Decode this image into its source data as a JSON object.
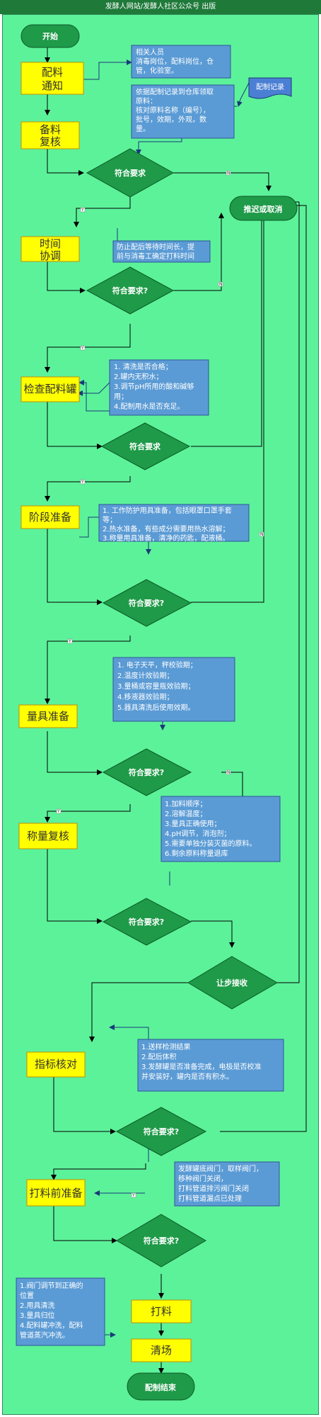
{
  "header": "发酵人网站/发酵人社区公众号 出版",
  "nodes": {
    "start": "开始",
    "notify": [
      "配料",
      "通知"
    ],
    "stock_check": [
      "备料",
      "复核"
    ],
    "decision": "符合要求",
    "decision_q": "符合要求?",
    "delay": "推迟或取消",
    "time": [
      "时间",
      "协调"
    ],
    "check_tank": "检查配料罐",
    "stage_prep": "阶段准备",
    "measure_prep": "量具准备",
    "weigh_check": "称量复核",
    "step_accept": "让步接收",
    "index_check": "指标核对",
    "pre_pump": "打料前准备",
    "pump": "打料",
    "clean": "清场",
    "end": "配制结束",
    "record": "配制记录",
    "yes": "Y",
    "no": "N"
  },
  "notes": {
    "n1": [
      "相关人员",
      "消毒岗位，配料岗位，仓",
      "管，化验室。"
    ],
    "n2": [
      "依据配制记录到仓库领取",
      "原料：",
      "核对原料名称（编号），",
      "批号，效期，外观，数",
      "量。"
    ],
    "n3": [
      "防止配后等待时间长，提",
      "前与消毒工确定打料时间"
    ],
    "n4": [
      "1. 清洗是否合格；",
      "2.罐内无积水；",
      "3.调节pH所用的酸和碱够",
      "用；",
      "4.配制用水是否充足。"
    ],
    "n5": [
      "1. 工作防护用具准备，包括眼罩口罩手套",
      "等；",
      "2.热水准备，有些成分需要用热水溶解；",
      "3.称量用具准备，清净的药匙，配液桶。"
    ],
    "n6": [
      "1. 电子天平，秤校验期；",
      "2.温度计效验期；",
      "3.量桶或容量瓶效验期；",
      "4.移液器效验期；",
      "5.器具清洗后使用效期。"
    ],
    "n7": [
      "1.加料顺序；",
      "2.溶解温度；",
      "3.量具正确使用；",
      "4.pH调节，消泡剂；",
      "5.需要单独分装灭菌的原料。",
      "6.剩余原料称量退库"
    ],
    "n8": [
      "1.送样检测结果",
      "2.配后体积",
      "3.发酵罐是否准备完成，电极是否校准",
      "并安装好，罐内是否有积水。"
    ],
    "n9": [
      "发酵罐底阀门，取样阀门，",
      "移种阀门关闭，",
      "打料管道排污阀门关闭",
      "打料管道漏点已处理"
    ],
    "n10": [
      "1.阀门调节到正确的",
      "位置",
      "2.用具清洗",
      "3.量具归位",
      "4.配料罐冲洗，配料",
      "管道蒸汽冲洗。"
    ]
  }
}
